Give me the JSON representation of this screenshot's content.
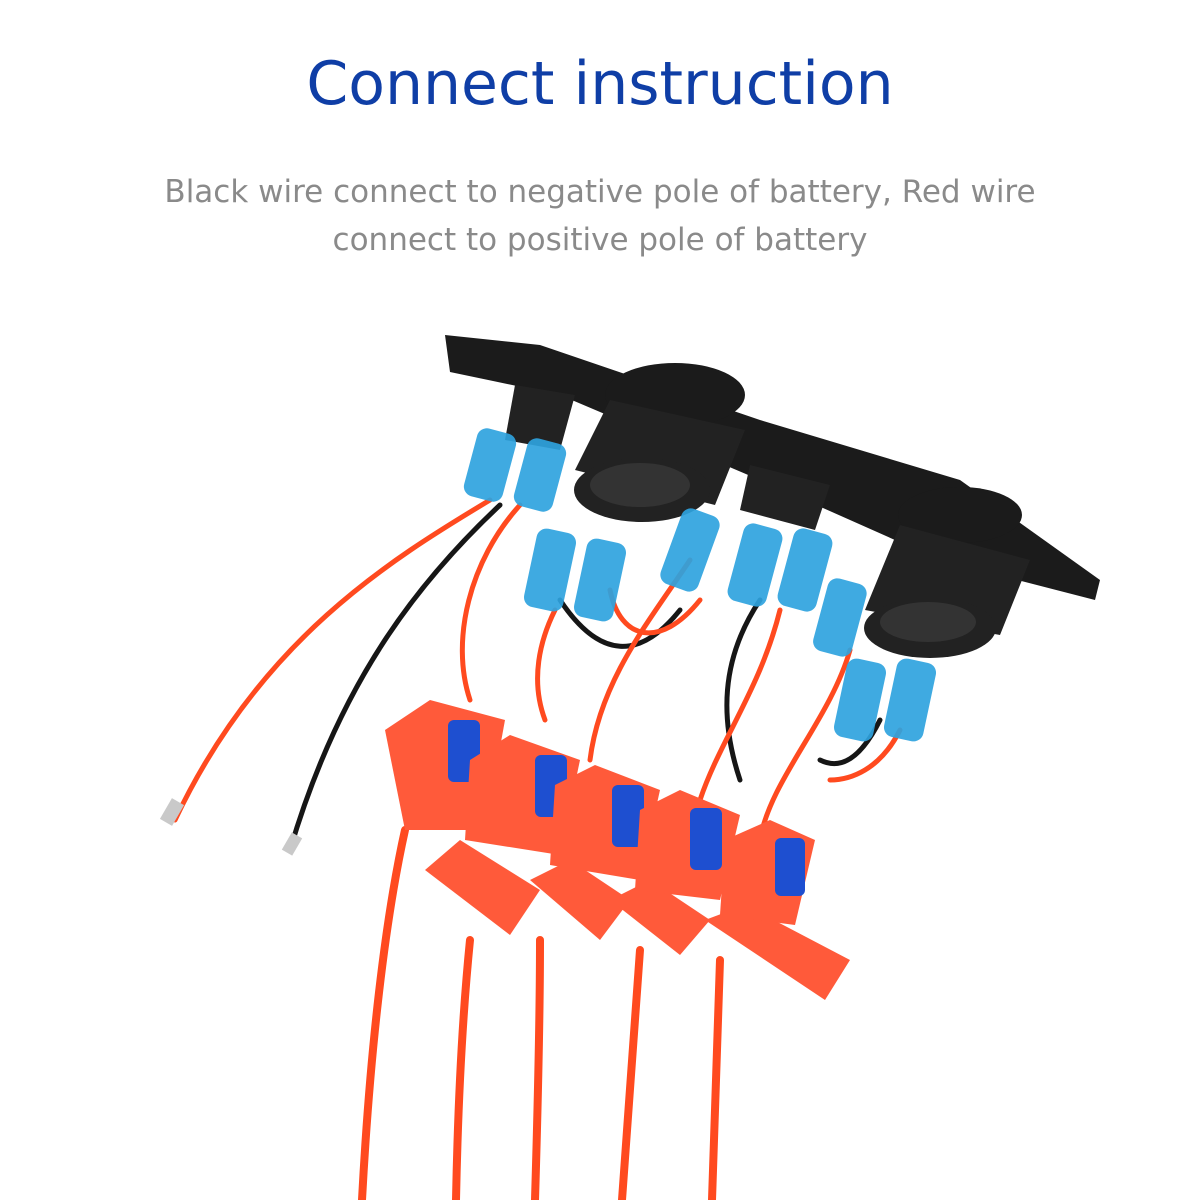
{
  "header": {
    "title": "Connect instruction",
    "instruction": "Black wire connect to negative pole of battery, Red wire connect to positive pole of battery"
  },
  "product_image": {
    "icon": "switch-panel-wiring-photo"
  },
  "colors": {
    "title": "#0f3ea6",
    "instruction": "#8a8a8a",
    "panel": "#1b1b1b",
    "terminal": "#2fa3de",
    "red_wire": "#ff4a1f",
    "black_wire": "#161616",
    "fuse_holder": "#ff5a3a",
    "fuse": "#1e4fd0"
  }
}
